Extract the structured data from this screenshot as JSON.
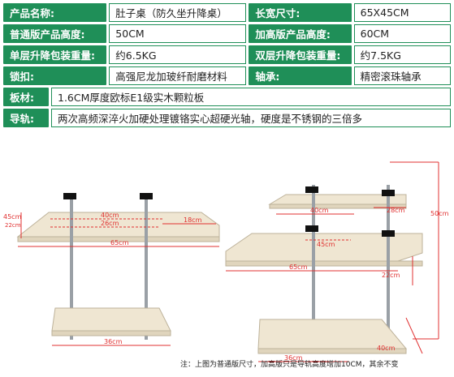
{
  "specs": [
    {
      "label": "产品名称:",
      "value": "肚子桌（防久坐升降桌）",
      "label2": "长宽尺寸:",
      "value2": "65X45CM"
    },
    {
      "label": "普通版产品高度:",
      "value": "50CM",
      "label2": "加高版产品高度:",
      "value2": "60CM"
    },
    {
      "label": "单层升降包装重量:",
      "value": "约6.5KG",
      "label2": "双层升降包装重量:",
      "value2": "约7.5KG"
    },
    {
      "label": "锁扣:",
      "value": "高强尼龙加玻纤耐磨材料",
      "label2": "轴承:",
      "value2": "精密滚珠轴承"
    }
  ],
  "wide": [
    {
      "label": "板材:",
      "value": "1.6CM厚度欧标E1级实木颗粒板"
    },
    {
      "label": "导轨:",
      "value": "两次高频深淬火加硬处理镀铬实心超硬光轴，硬度是不锈钢的三倍多"
    }
  ],
  "dims": {
    "left": {
      "d45": "45cm",
      "d22": "22cm",
      "d40": "40cm",
      "d26": "26cm",
      "d18": "18cm",
      "d65": "65cm",
      "d36": "36cm"
    },
    "right": {
      "d40": "40cm",
      "d28": "28cm",
      "d45": "45cm",
      "d65": "65cm",
      "d22": "22cm",
      "d50": "50cm",
      "d36": "36cm",
      "d40b": "40cm"
    }
  },
  "note": "注：上图为普通版尺寸，加高版只是导轨高度增加10CM，其余不变",
  "colors": {
    "green": "#1f8f58",
    "dim": "#e03030",
    "board": "#f0e8d6"
  }
}
